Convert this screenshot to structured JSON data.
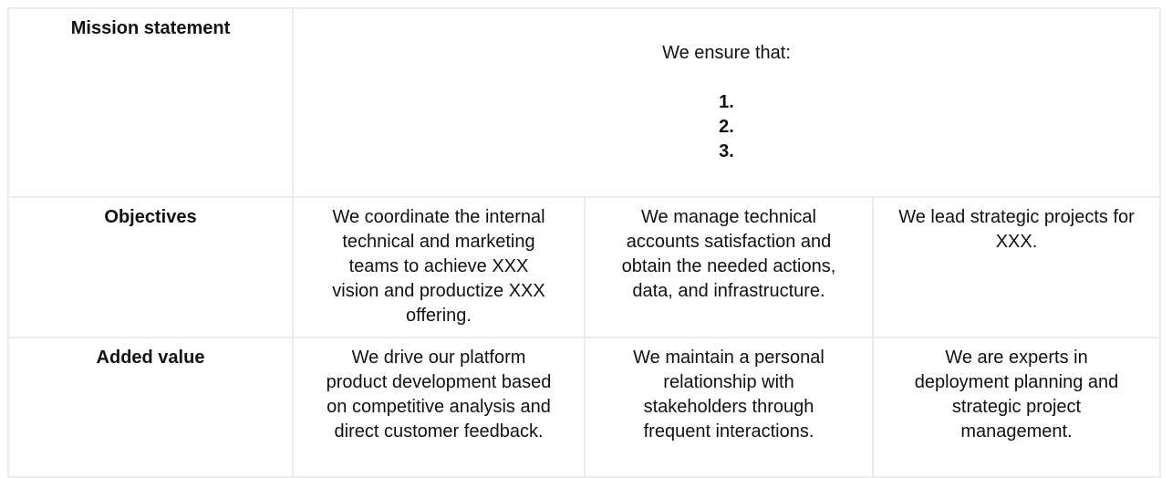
{
  "colors": {
    "background": "#ffffff",
    "border": "#ececec",
    "text": "#111111"
  },
  "table": {
    "rows": [
      {
        "label": "Mission statement",
        "mission": {
          "intro": "We ensure that:",
          "items": [
            "1.",
            "2.",
            "3."
          ]
        }
      },
      {
        "label": "Objectives",
        "cells": [
          [
            "We coordinate the internal",
            "technical and marketing",
            "teams to achieve XXX",
            "vision and productize XXX",
            "offering."
          ],
          [
            "We manage technical",
            "accounts satisfaction and",
            "obtain the needed actions,",
            "data, and infrastructure."
          ],
          [
            "We lead strategic projects for",
            "XXX."
          ]
        ]
      },
      {
        "label": "Added value",
        "cells": [
          [
            "We drive our platform",
            "product development based",
            "on competitive analysis and",
            "direct customer feedback."
          ],
          [
            "We maintain a personal",
            "relationship with",
            "stakeholders through",
            "frequent interactions."
          ],
          [
            "We are experts in",
            "deployment planning and",
            "strategic project",
            "management."
          ]
        ]
      }
    ]
  }
}
